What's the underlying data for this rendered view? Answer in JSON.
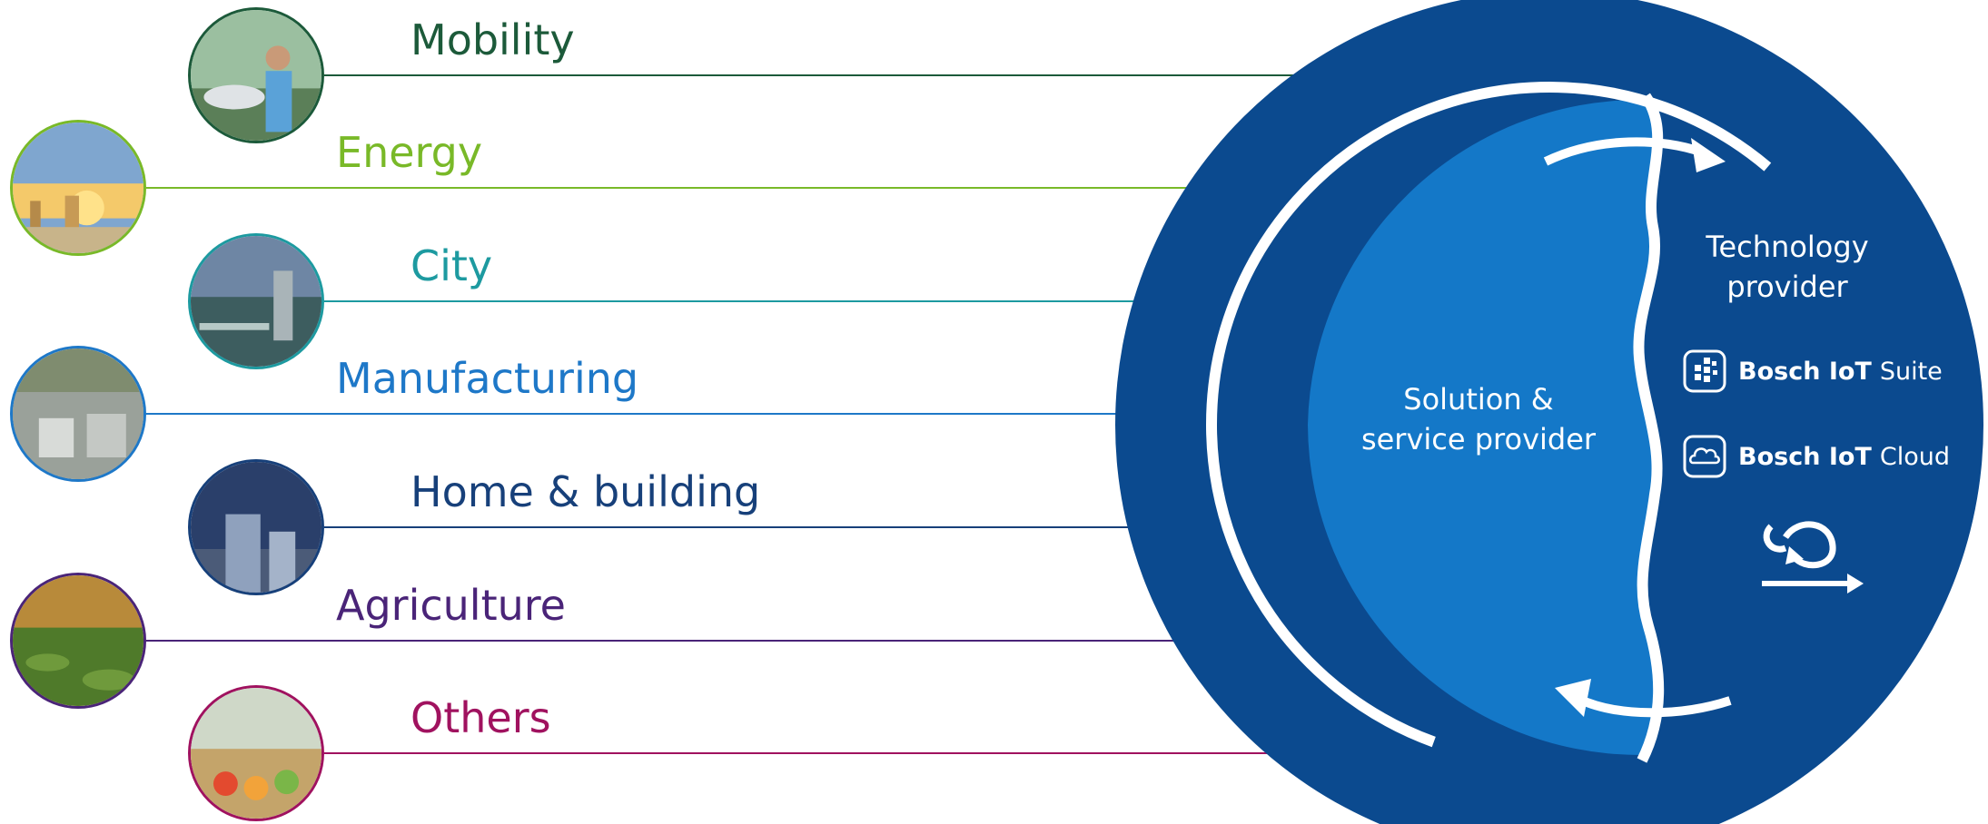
{
  "domains": [
    {
      "label": "Mobility",
      "color": "#1c5a3a",
      "ring_color": "#1c5a3a",
      "icon": "mobility-photo"
    },
    {
      "label": "Energy",
      "color": "#79b928",
      "ring_color": "#79b928",
      "icon": "energy-photo"
    },
    {
      "label": "City",
      "color": "#1d9aa0",
      "ring_color": "#1d9aa0",
      "icon": "city-photo"
    },
    {
      "label": "Manufacturing",
      "color": "#1e78c8",
      "ring_color": "#1e78c8",
      "icon": "manufacturing-photo"
    },
    {
      "label": "Home & building",
      "color": "#17407a",
      "ring_color": "#17407a",
      "icon": "home-building-photo"
    },
    {
      "label": "Agriculture",
      "color": "#4a2478",
      "ring_color": "#4a2478",
      "icon": "agriculture-photo"
    },
    {
      "label": "Others",
      "color": "#a0125f",
      "ring_color": "#a0125f",
      "icon": "others-photo"
    }
  ],
  "circle": {
    "solution_provider": {
      "line1": "Solution &",
      "line2": "service provider"
    },
    "technology_provider": {
      "line1": "Technology",
      "line2": "provider"
    },
    "products": [
      {
        "bold": "Bosch IoT",
        "light": "Suite",
        "icon": "suite-grid-icon"
      },
      {
        "bold": "Bosch IoT",
        "light": "Cloud",
        "icon": "cloud-icon"
      }
    ],
    "cycle_icon": "iteration-loop-icon",
    "colors": {
      "solution": "#1478c8",
      "technology": "#0b4a8f",
      "ring_dark": "#0e3f85"
    }
  }
}
